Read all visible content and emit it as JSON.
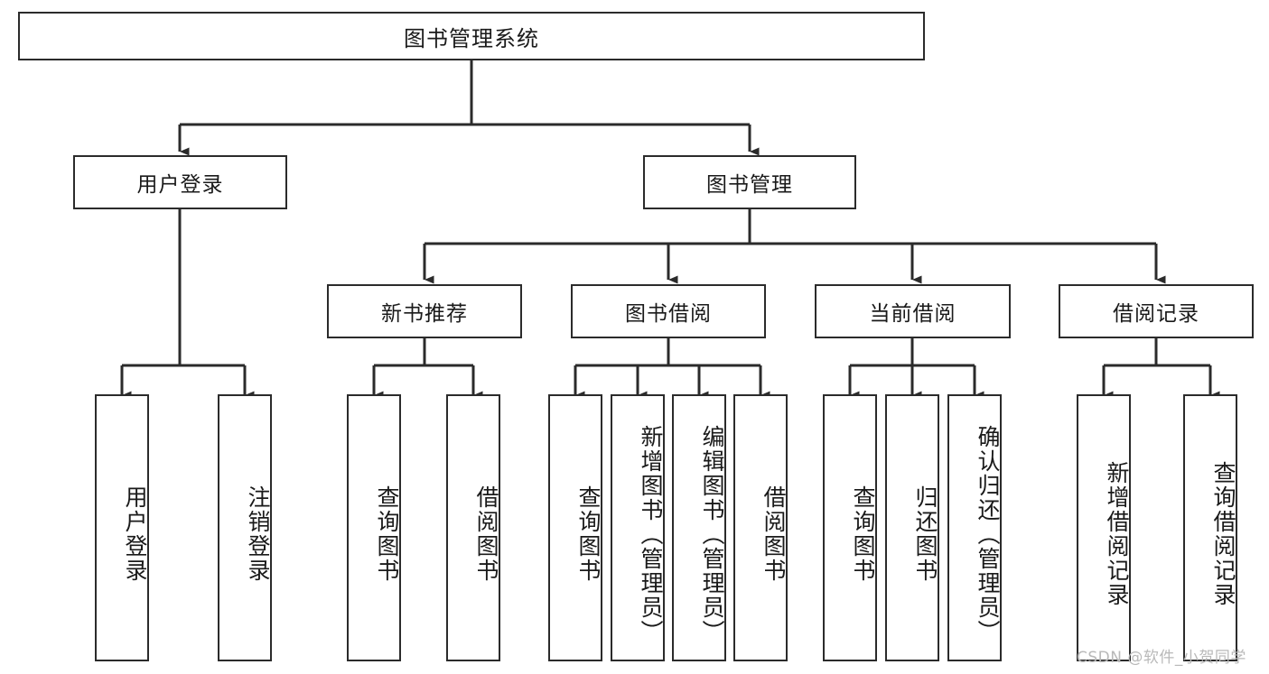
{
  "diagram": {
    "type": "tree-hierarchy",
    "title_node": {
      "label": "图书管理系统"
    },
    "level2": [
      {
        "label": "用户登录"
      },
      {
        "label": "图书管理"
      }
    ],
    "level3": [
      {
        "label": "新书推荐"
      },
      {
        "label": "图书借阅"
      },
      {
        "label": "当前借阅"
      },
      {
        "label": "借阅记录"
      }
    ],
    "leaves": {
      "user_login": [
        {
          "label": "用户登录"
        },
        {
          "label": "注销登录"
        }
      ],
      "new_book_recommend": [
        {
          "label": "查询图书"
        },
        {
          "label": "借阅图书"
        }
      ],
      "book_borrow": [
        {
          "label": "查询图书"
        },
        {
          "label": "新增图书（管理员）"
        },
        {
          "label": "编辑图书（管理员）"
        },
        {
          "label": "借阅图书"
        }
      ],
      "current_borrow": [
        {
          "label": "查询图书"
        },
        {
          "label": "归还图书"
        },
        {
          "label": "确认归还（管理员）"
        }
      ],
      "borrow_record": [
        {
          "label": "新增借阅记录"
        },
        {
          "label": "查询借阅记录"
        }
      ]
    }
  },
  "watermark": {
    "text": "CSDN @软件_小贺同学"
  },
  "colors": {
    "border": "#2b2b2b",
    "background": "#ffffff",
    "text": "#1a1a1a",
    "watermark": "#b9b9b9"
  }
}
